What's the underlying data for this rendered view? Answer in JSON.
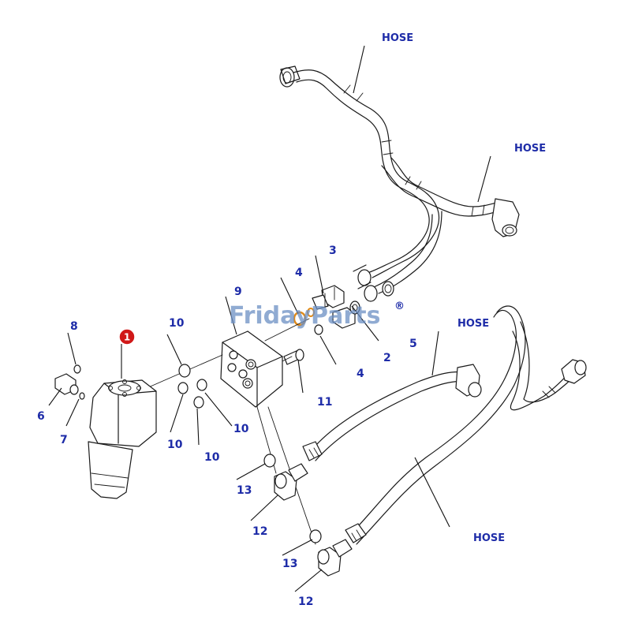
{
  "watermark": {
    "text": "FridayParts",
    "registered_mark": "®"
  },
  "highlight_part": {
    "label": "1",
    "color": "#d01818"
  },
  "label_color": "#1e2ca8",
  "callouts": {
    "hose_top": "HOSE",
    "hose_right": "HOSE",
    "hose_mid": "HOSE",
    "hose_bottom": "HOSE",
    "p2": "2",
    "p3": "3",
    "p4_top": "4",
    "p4_bottom": "4",
    "p5": "5",
    "p6": "6",
    "p7": "7",
    "p8": "8",
    "p9": "9",
    "p10_a": "10",
    "p10_b": "10",
    "p10_c": "10",
    "p10_d": "10",
    "p11": "11",
    "p12_a": "12",
    "p12_b": "12",
    "p13_a": "13",
    "p13_b": "13"
  }
}
